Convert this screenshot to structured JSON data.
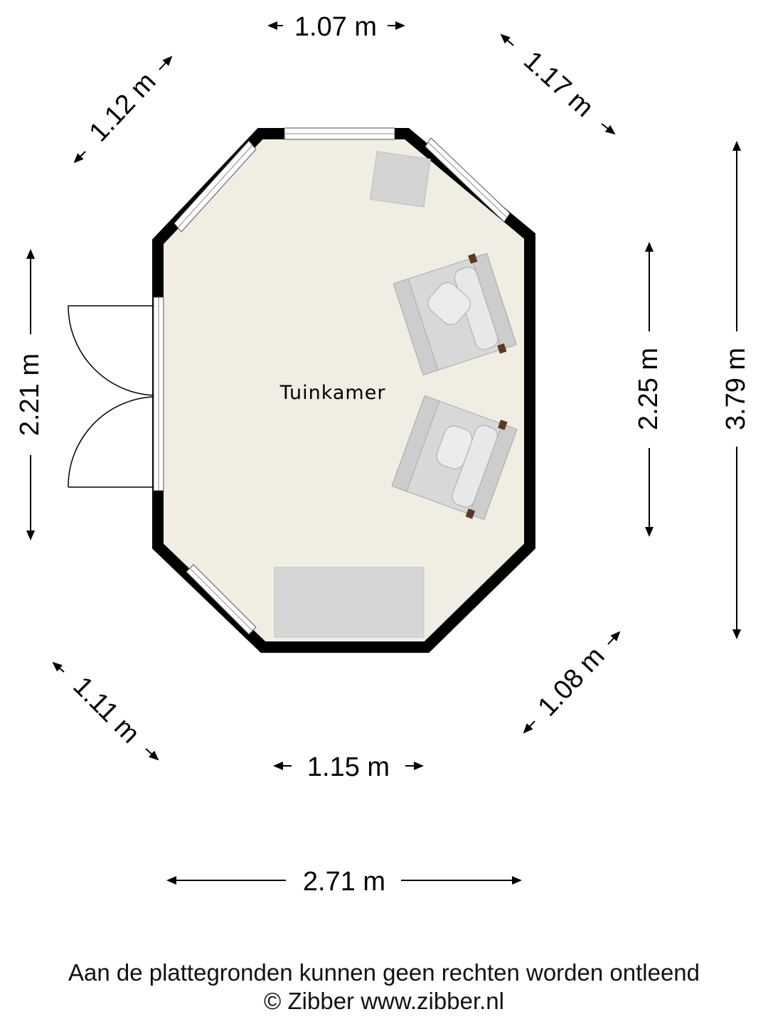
{
  "room": {
    "name": "Tuinkamer"
  },
  "dimensions": {
    "top": "1.07 m",
    "top_left": "1.12 m",
    "top_right": "1.17 m",
    "left": "2.21 m",
    "right_inner": "2.25 m",
    "right_total": "3.79 m",
    "bottom_left": "1.11 m",
    "bottom_right": "1.08 m",
    "bottom": "1.15 m",
    "total_width": "2.71 m"
  },
  "footer": {
    "disclaimer": "Aan de plattegronden kunnen geen rechten worden ontleend",
    "copyright": "© Zibber www.zibber.nl"
  },
  "colors": {
    "floor": "#f0ede3",
    "wall": "#000000",
    "furniture": "#d4d4d4"
  }
}
